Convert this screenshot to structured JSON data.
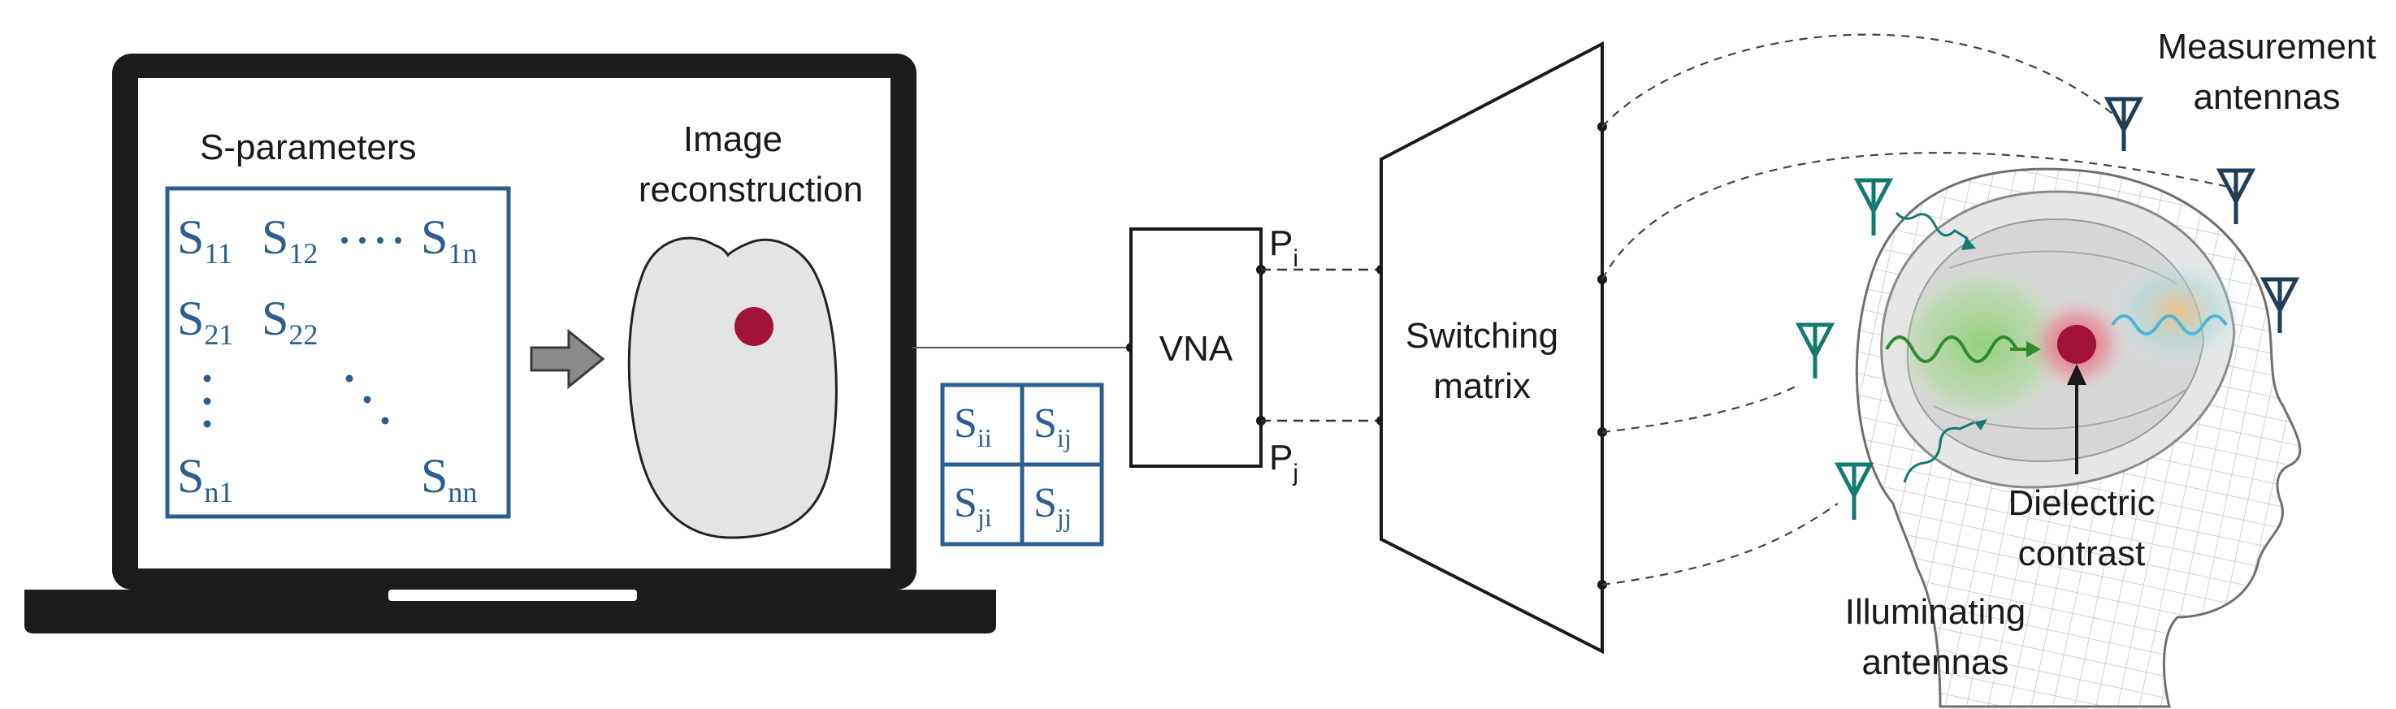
{
  "laptop": {
    "sparams_label": "S-parameters",
    "matrix": {
      "r1": [
        "S",
        "11",
        "S",
        "12",
        "S",
        "1n"
      ],
      "r2": [
        "S",
        "21",
        "S",
        "22"
      ],
      "r4": [
        "S",
        "n1",
        "S",
        "nn"
      ]
    },
    "recon_label_1": "Image",
    "recon_label_2": "reconstruction"
  },
  "smatrix2x2": [
    "S",
    "ii",
    "S",
    "ij",
    "S",
    "ji",
    "S",
    "jj"
  ],
  "vna": {
    "label": "VNA",
    "port_i": "P",
    "port_i_sub": "i",
    "port_j": "P",
    "port_j_sub": "j"
  },
  "switching": {
    "line1": "Switching",
    "line2": "matrix"
  },
  "labels": {
    "measurement_1": "Measurement",
    "measurement_2": "antennas",
    "illuminating_1": "Illuminating",
    "illuminating_2": "antennas",
    "contrast_1": "Dielectric",
    "contrast_2": "contrast"
  },
  "colors": {
    "matrix_blue": "#2b5f91",
    "laptop_dark": "#1c1c1c",
    "target_red": "#a0123a",
    "antenna_teal": "#137a72",
    "antenna_dark": "#1d3e56",
    "green_wave": "#3aa53a",
    "blue_wave": "#4fb6d8"
  }
}
